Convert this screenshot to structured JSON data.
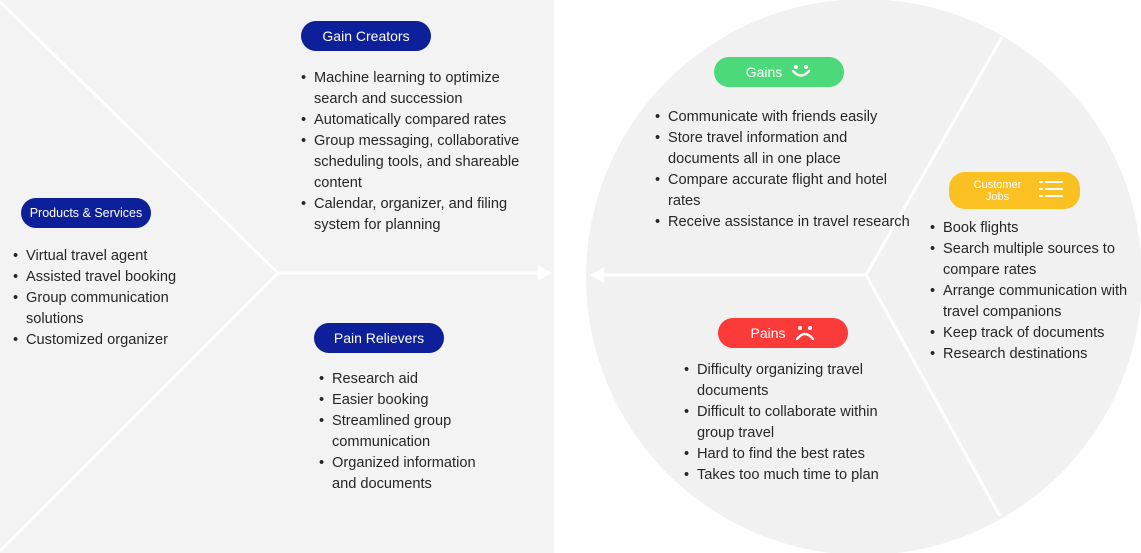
{
  "colors": {
    "navy": "#0d1f99",
    "green": "#4bd97a",
    "red": "#fb3a3a",
    "yellow": "#fbc021",
    "panel": "#f3f3f3"
  },
  "value_map": {
    "gain_creators": {
      "title": "Gain Creators",
      "items": [
        "Machine learning to optimize search and succession",
        "Automatically compared rates",
        "Group messaging, collaborative scheduling tools, and shareable content",
        "Calendar, organizer, and filing system for planning"
      ]
    },
    "products_services": {
      "title": "Products & Services",
      "items": [
        "Virtual travel agent",
        "Assisted travel booking",
        "Group communication solutions",
        "Customized organizer"
      ]
    },
    "pain_relievers": {
      "title": "Pain Relievers",
      "items": [
        "Research aid",
        "Easier booking",
        "Streamlined group communication",
        "Organized information and documents"
      ]
    }
  },
  "customer_profile": {
    "gains": {
      "title": "Gains",
      "icon": "smile-icon",
      "items": [
        "Communicate with friends easily",
        "Store travel information and documents all in one place",
        "Compare accurate flight and hotel rates",
        "Receive assistance in travel research"
      ]
    },
    "pains": {
      "title": "Pains",
      "icon": "frown-icon",
      "items": [
        "Difficulty organizing travel documents",
        "Difficult to collaborate within group travel",
        "Hard to find the best rates",
        "Takes too much time to plan"
      ]
    },
    "customer_jobs": {
      "title": "Customer Jobs",
      "icon": "list-icon",
      "items": [
        "Book flights",
        "Search multiple sources to compare rates",
        "Arrange communication with travel companions",
        "Keep track of documents",
        "Research destinations"
      ]
    }
  }
}
